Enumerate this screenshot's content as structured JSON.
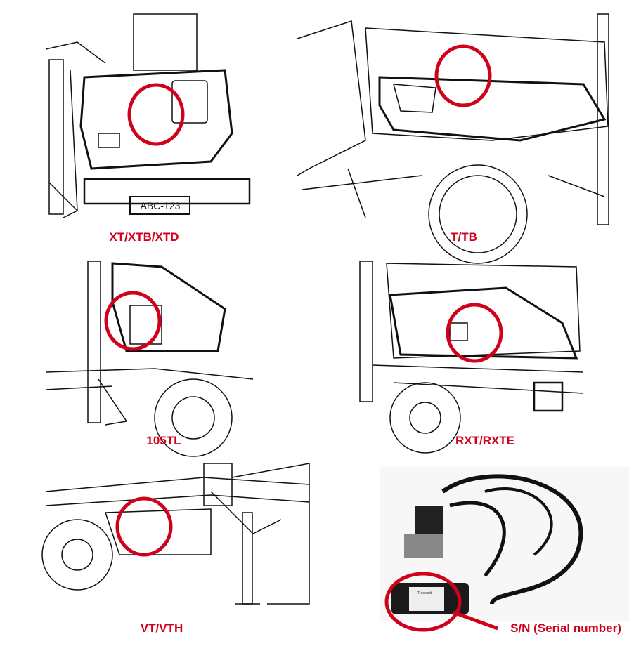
{
  "figures": [
    {
      "label": "XT/XTB/XTD",
      "plate": "ABC-123"
    },
    {
      "label": "T/TB"
    },
    {
      "label": "105TL"
    },
    {
      "label": "RXT/RXTE"
    },
    {
      "label": "VT/VTH"
    },
    {
      "label": "S/N (Serial number)",
      "device_brand": "Trackunit"
    }
  ],
  "colors": {
    "highlight": "#d0021b",
    "line": "#111111"
  }
}
